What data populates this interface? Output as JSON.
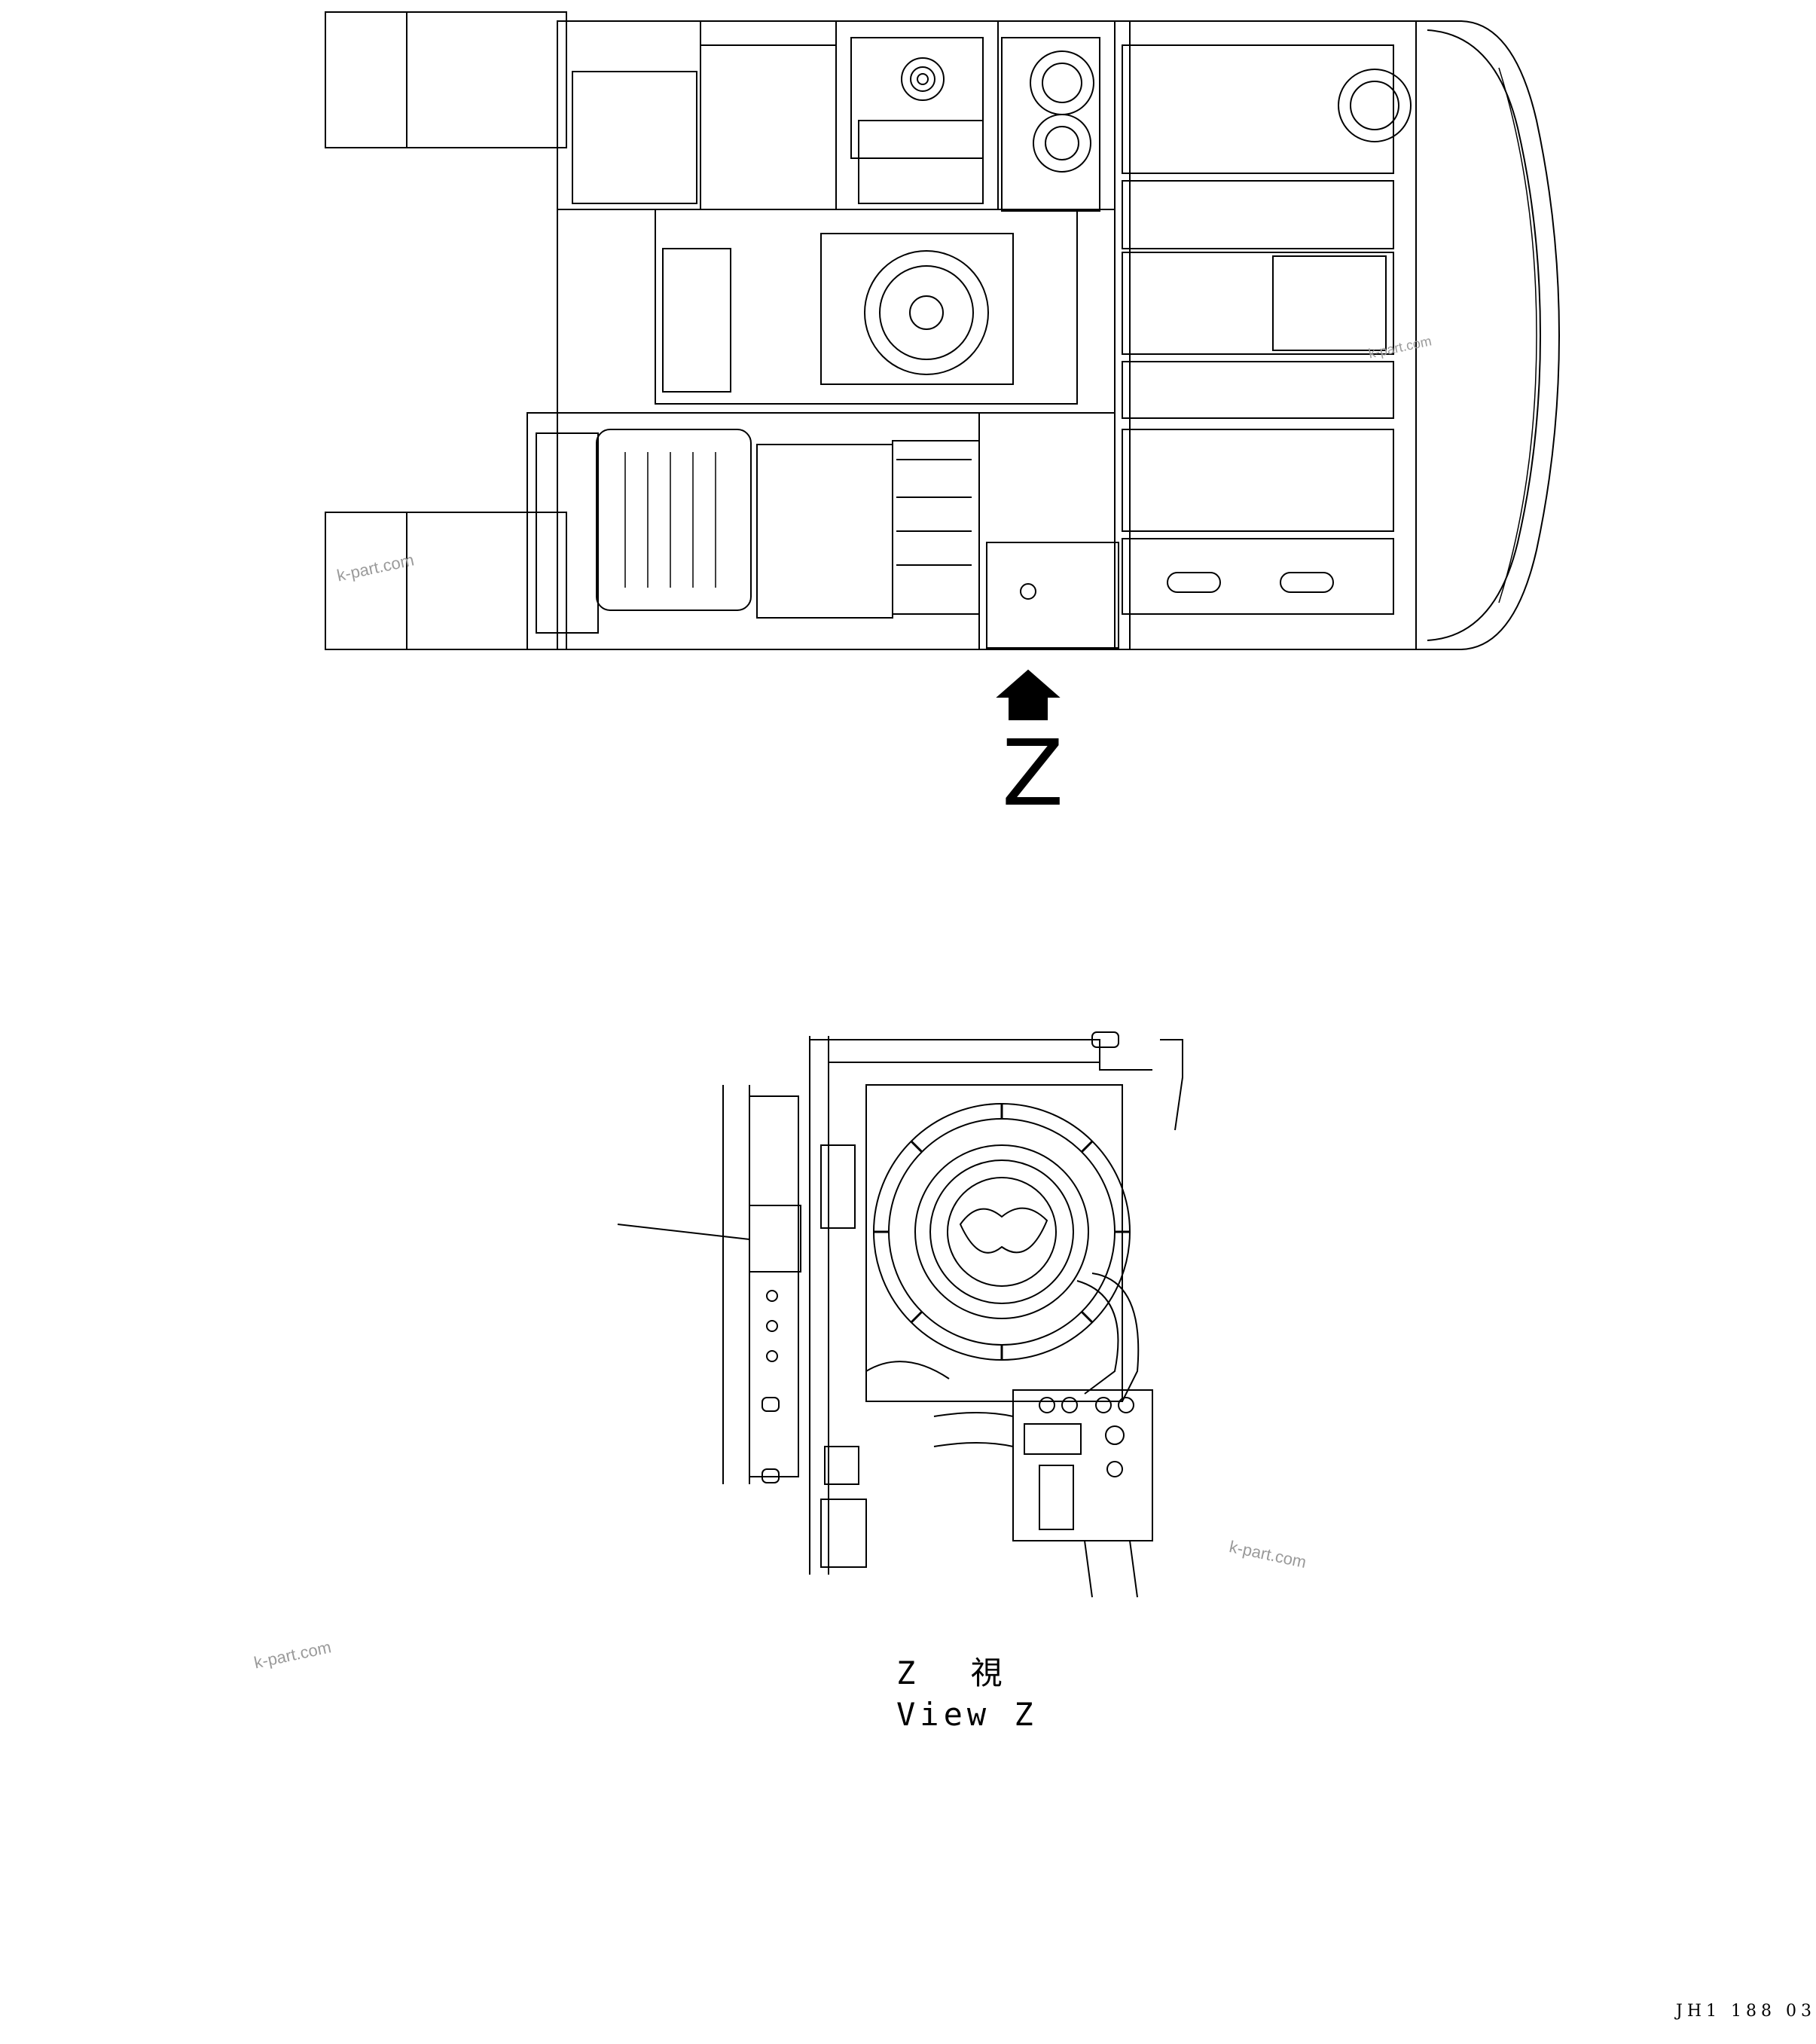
{
  "view_arrow": {
    "letter": "Z"
  },
  "caption": {
    "japanese": "Z 視",
    "english": "View Z"
  },
  "watermarks": [
    "k-part.com",
    "k-part.com",
    "k-part.com",
    "k-part.com"
  ],
  "drawing_code": "JH1 188 03",
  "colors": {
    "line": "#000000",
    "background": "#ffffff",
    "watermark": "#9a9a9a"
  }
}
